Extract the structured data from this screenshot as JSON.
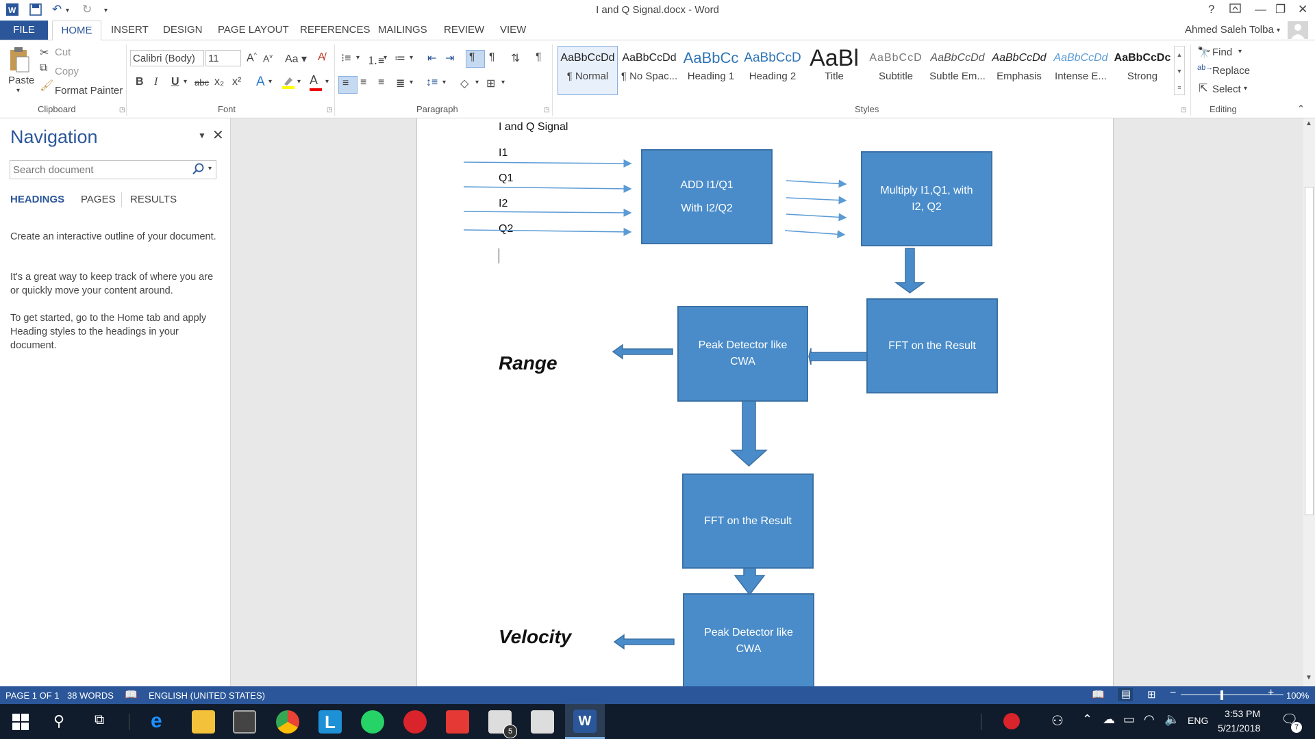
{
  "app": {
    "window_title": "I and Q Signal.docx - Word",
    "help": "?",
    "user": "Ahmed Saleh Tolba"
  },
  "tabs": [
    "FILE",
    "HOME",
    "INSERT",
    "DESIGN",
    "PAGE LAYOUT",
    "REFERENCES",
    "MAILINGS",
    "REVIEW",
    "VIEW"
  ],
  "clipboard": {
    "paste": "Paste",
    "cut": "Cut",
    "copy": "Copy",
    "format_painter": "Format Painter",
    "label": "Clipboard"
  },
  "font": {
    "name": "Calibri (Body)",
    "size": "11",
    "label": "Font",
    "case": "Aa",
    "bold": "B",
    "italic": "I",
    "underline": "U",
    "strike": "abc",
    "sub": "x₂",
    "sup": "x²",
    "color_letter": "A"
  },
  "paragraph": {
    "label": "Paragraph",
    "pilcrow": "¶"
  },
  "styles": {
    "label": "Styles",
    "items": [
      {
        "preview": "AaBbCcDd",
        "name": "¶ Normal"
      },
      {
        "preview": "AaBbCcDd",
        "name": "¶ No Spac..."
      },
      {
        "preview": "AaBbCc",
        "name": "Heading 1"
      },
      {
        "preview": "AaBbCcD",
        "name": "Heading 2"
      },
      {
        "preview": "AaBl",
        "name": "Title"
      },
      {
        "preview": "AaBbCcD",
        "name": "Subtitle"
      },
      {
        "preview": "AaBbCcDd",
        "name": "Subtle Em..."
      },
      {
        "preview": "AaBbCcDd",
        "name": "Emphasis"
      },
      {
        "preview": "AaBbCcDd",
        "name": "Intense E..."
      },
      {
        "preview": "AaBbCcDc",
        "name": "Strong"
      }
    ]
  },
  "editing": {
    "find": "Find",
    "replace": "Replace",
    "select": "Select",
    "label": "Editing"
  },
  "nav": {
    "title": "Navigation",
    "search_placeholder": "Search document",
    "tabs": [
      "HEADINGS",
      "PAGES",
      "RESULTS"
    ],
    "p1": "Create an interactive outline of your document.",
    "p2": "It's a great way to keep track of where you are or quickly move your content around.",
    "p3": "To get started, go to the Home tab and apply Heading styles to the headings in your document."
  },
  "doc": {
    "heading": "I and Q Signal",
    "inputs": [
      "I1",
      "Q1",
      "I2",
      "Q2"
    ],
    "box_add_1": "ADD I1/Q1",
    "box_add_2": "With I2/Q2",
    "box_multiply": "Multiply I1,Q1, with I2, Q2",
    "box_fft1": "FFT on the Result",
    "box_peak1": "Peak Detector like CWA",
    "range": "Range",
    "box_fft2": "FFT on the Result",
    "box_peak2": "Peak Detector like CWA",
    "velocity": "Velocity"
  },
  "status": {
    "page": "PAGE 1 OF 1",
    "words": "38 WORDS",
    "language": "ENGLISH (UNITED STATES)",
    "zoom": "100%"
  },
  "taskbar": {
    "lang": "ENG",
    "time": "3:53 PM",
    "date": "5/21/2018",
    "notif_count": "7",
    "mail_count": "5"
  },
  "colors": {
    "word_blue": "#2b579a",
    "box_fill": "#4a8cc9",
    "box_border": "#3a71a6"
  }
}
